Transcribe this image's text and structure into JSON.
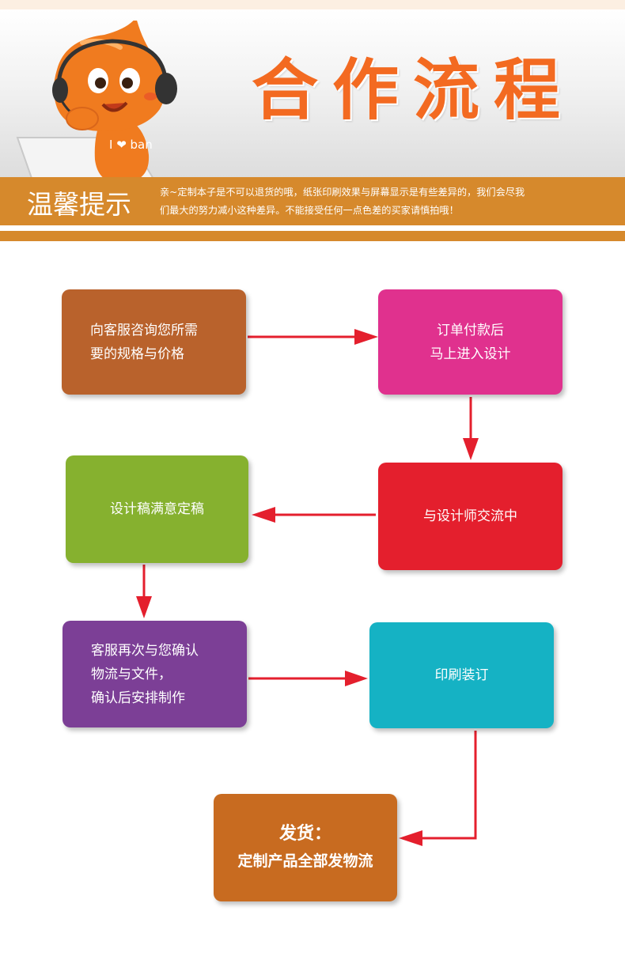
{
  "header": {
    "title": "合作流程",
    "notice_label": "温馨提示",
    "notice_line1": "亲~定制本子是不可以退货的哦，纸张印刷效果与屏幕显示是有些差异的，我们会尽我",
    "notice_line2": "们最大的努力减小这种差异。不能接受任何一点色差的买家请慎拍哦！",
    "mascot_badge": "I ❤ ban"
  },
  "flow": {
    "consult": {
      "line1": "向客服咨询您所需",
      "line2": "要的规格与价格"
    },
    "pay": {
      "line1": "订单付款后",
      "line2": "马上进入设计"
    },
    "designer": {
      "line1": "与设计师交流中"
    },
    "satisfy": {
      "line1": "设计稿满意定稿"
    },
    "confirm": {
      "line1": "客服再次与您确认",
      "line2": "物流与文件，",
      "line3": "确认后安排制作"
    },
    "print": {
      "line1": "印刷装订"
    },
    "ship": {
      "line1": "发货：",
      "line2": "定制产品全部发物流"
    }
  },
  "colors": {
    "accent_orange": "#f36a21",
    "notice_bar": "#d6892c",
    "arrow_red": "#e41f2d",
    "consult": "#b9622c",
    "pay": "#e0318e",
    "designer": "#e41f2d",
    "satisfy": "#86b12f",
    "confirm": "#7c3f96",
    "print": "#15b2c4",
    "ship": "#c86b20"
  }
}
